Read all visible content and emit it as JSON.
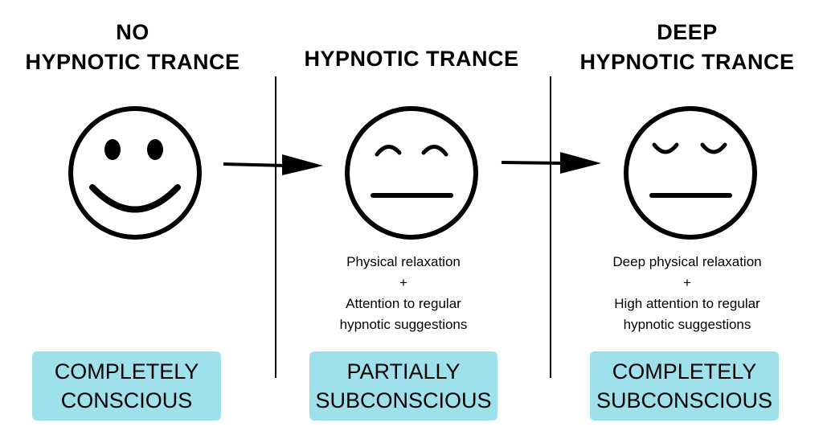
{
  "stages": [
    {
      "title": [
        "NO",
        "HYPNOTIC TRANCE"
      ],
      "face": "smiling-face-icon",
      "description": [],
      "state": [
        "COMPLETELY",
        "CONSCIOUS"
      ]
    },
    {
      "title": [
        "HYPNOTIC TRANCE"
      ],
      "face": "relaxed-face-icon",
      "description": [
        "Physical relaxation",
        "+",
        "Attention to regular",
        "hypnotic suggestions"
      ],
      "state": [
        "PARTIALLY",
        "SUBCONSCIOUS"
      ]
    },
    {
      "title": [
        "DEEP",
        "HYPNOTIC TRANCE"
      ],
      "face": "eyes-closed-face-icon",
      "description": [
        "Deep physical relaxation",
        "+",
        "High attention to regular",
        "hypnotic suggestions"
      ],
      "state": [
        "COMPLETELY",
        "SUBCONSCIOUS"
      ]
    }
  ],
  "colors": {
    "state_box": "#9fe1ea",
    "ink": "#000000"
  }
}
